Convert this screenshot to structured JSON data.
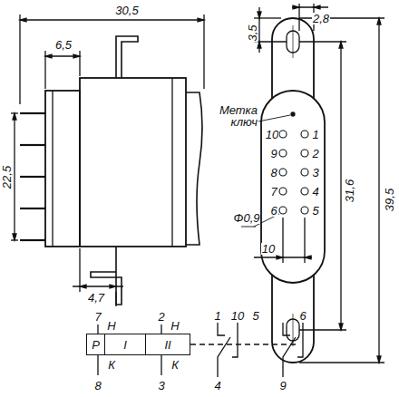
{
  "diagram": {
    "nodes": [
      {
        "text": [
          "Р"
        ]
      },
      {
        "text": [
          "I"
        ]
      },
      {
        "text": [
          "II"
        ]
      }
    ],
    "labels": [
      "30,5",
      "6,5",
      "2,8",
      "3,5",
      "22,5",
      "Метка ключ",
      "31,6",
      "39,5",
      "Φ0,9",
      "10",
      "4,7",
      "10",
      "1",
      "9",
      "2",
      "8",
      "3",
      "7",
      "4",
      "6",
      "5",
      "7",
      "Н",
      "2",
      "Н",
      "8",
      "К",
      "3",
      "К",
      "1",
      "10",
      "5",
      "6",
      "4",
      "9"
    ]
  }
}
